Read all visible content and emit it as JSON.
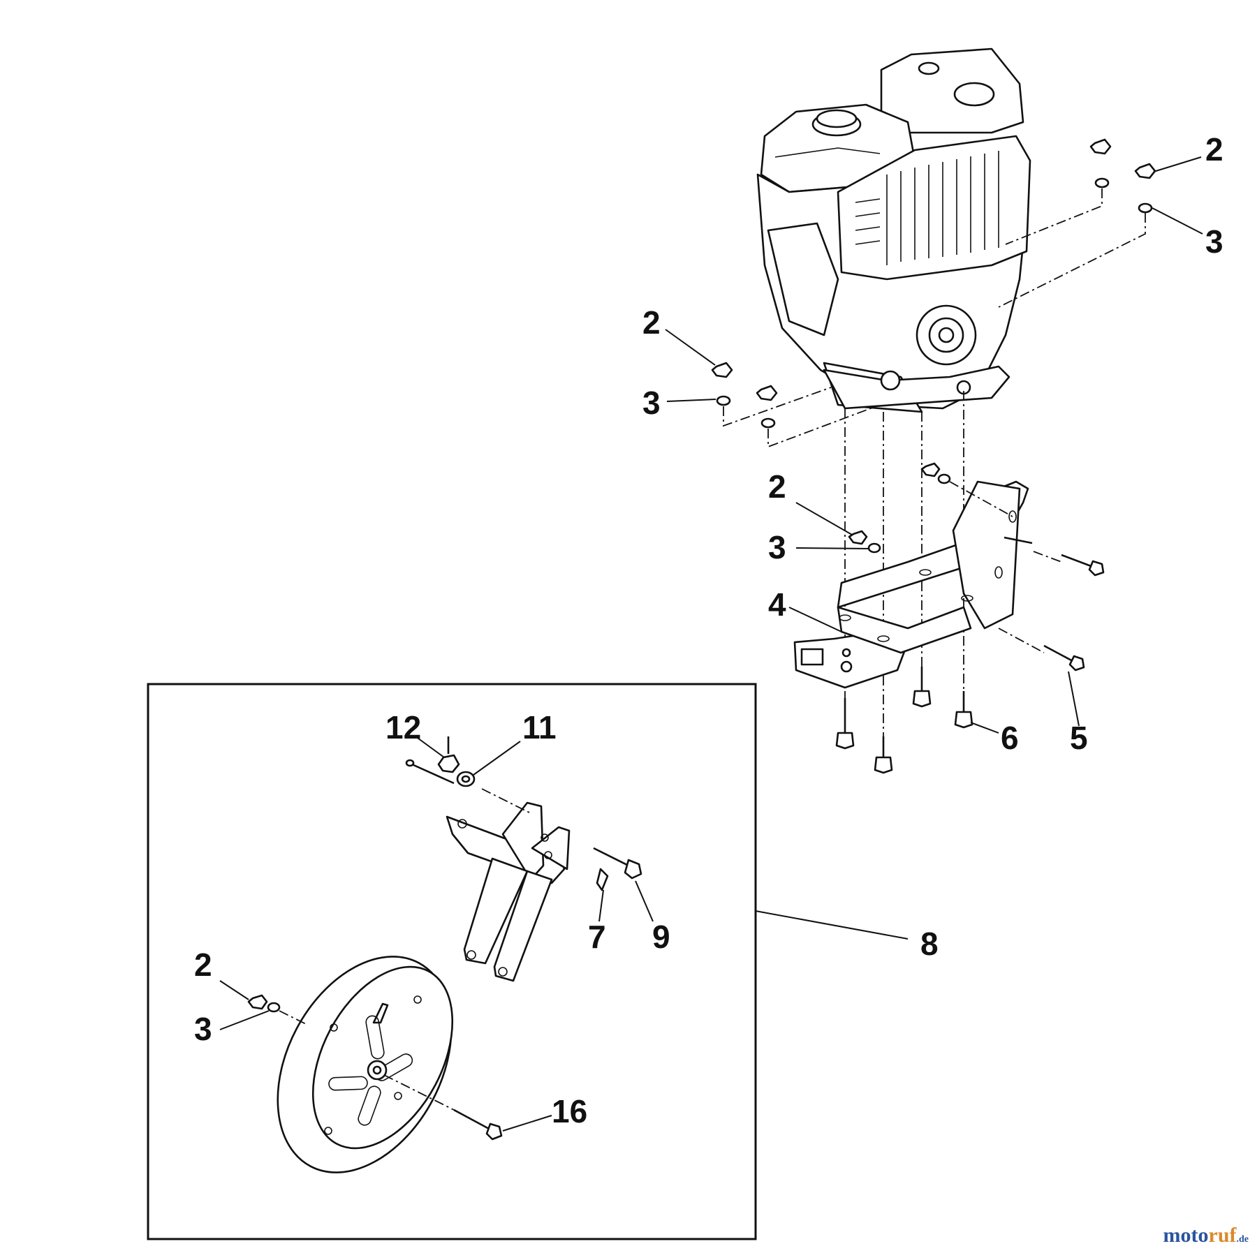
{
  "callouts": {
    "c2_top_right": "2",
    "c3_top_right": "3",
    "c2_left_engine": "2",
    "c3_left_engine": "3",
    "c2_bracket": "2",
    "c3_bracket": "3",
    "c4": "4",
    "c5": "5",
    "c6": "6",
    "c12": "12",
    "c11": "11",
    "c7": "7",
    "c9": "9",
    "c8": "8",
    "c2_wheel": "2",
    "c3_wheel": "3",
    "c16": "16"
  },
  "watermark": {
    "brand_a": "moto",
    "brand_b": "ruf",
    "suffix": ".de"
  }
}
